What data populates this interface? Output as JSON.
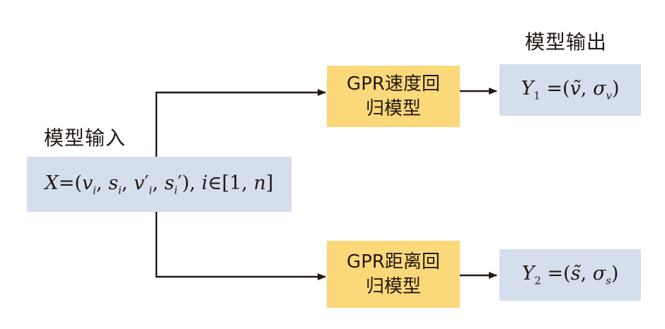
{
  "colors": {
    "input_fill": "#d5deec",
    "output_fill": "#d5deec",
    "model_fill": "#fbd97a",
    "line": "#231815"
  },
  "labels": {
    "model_input": "模型输入",
    "model_output": "模型输出"
  },
  "input": {
    "X": "X",
    "eq": "=(",
    "v": "v",
    "i1": "i",
    "s": "s",
    "i2": "i",
    "vp": "v",
    "prime1": "′",
    "i3": "i",
    "sp": "s",
    "i4": "i",
    "prime2": "′",
    "close": "),",
    "i": "i",
    "in": "∈",
    "range_open": "[1,",
    "n": "n",
    "range_close": "]"
  },
  "models": [
    {
      "line1": "GPR速度回",
      "line2": "归模型"
    },
    {
      "line1": "GPR距离回",
      "line2": "归模型"
    }
  ],
  "outputs": [
    {
      "Y": "Y",
      "sub": "1",
      "eq": "=(",
      "est": "ṽ",
      "comma": ",",
      "sigma": "σ",
      "sigma_sub": "v",
      "close": ")"
    },
    {
      "Y": "Y",
      "sub": "2",
      "eq": "=(",
      "est": "s̃",
      "comma": ",",
      "sigma": "σ",
      "sigma_sub": "s",
      "close": ")"
    }
  ]
}
